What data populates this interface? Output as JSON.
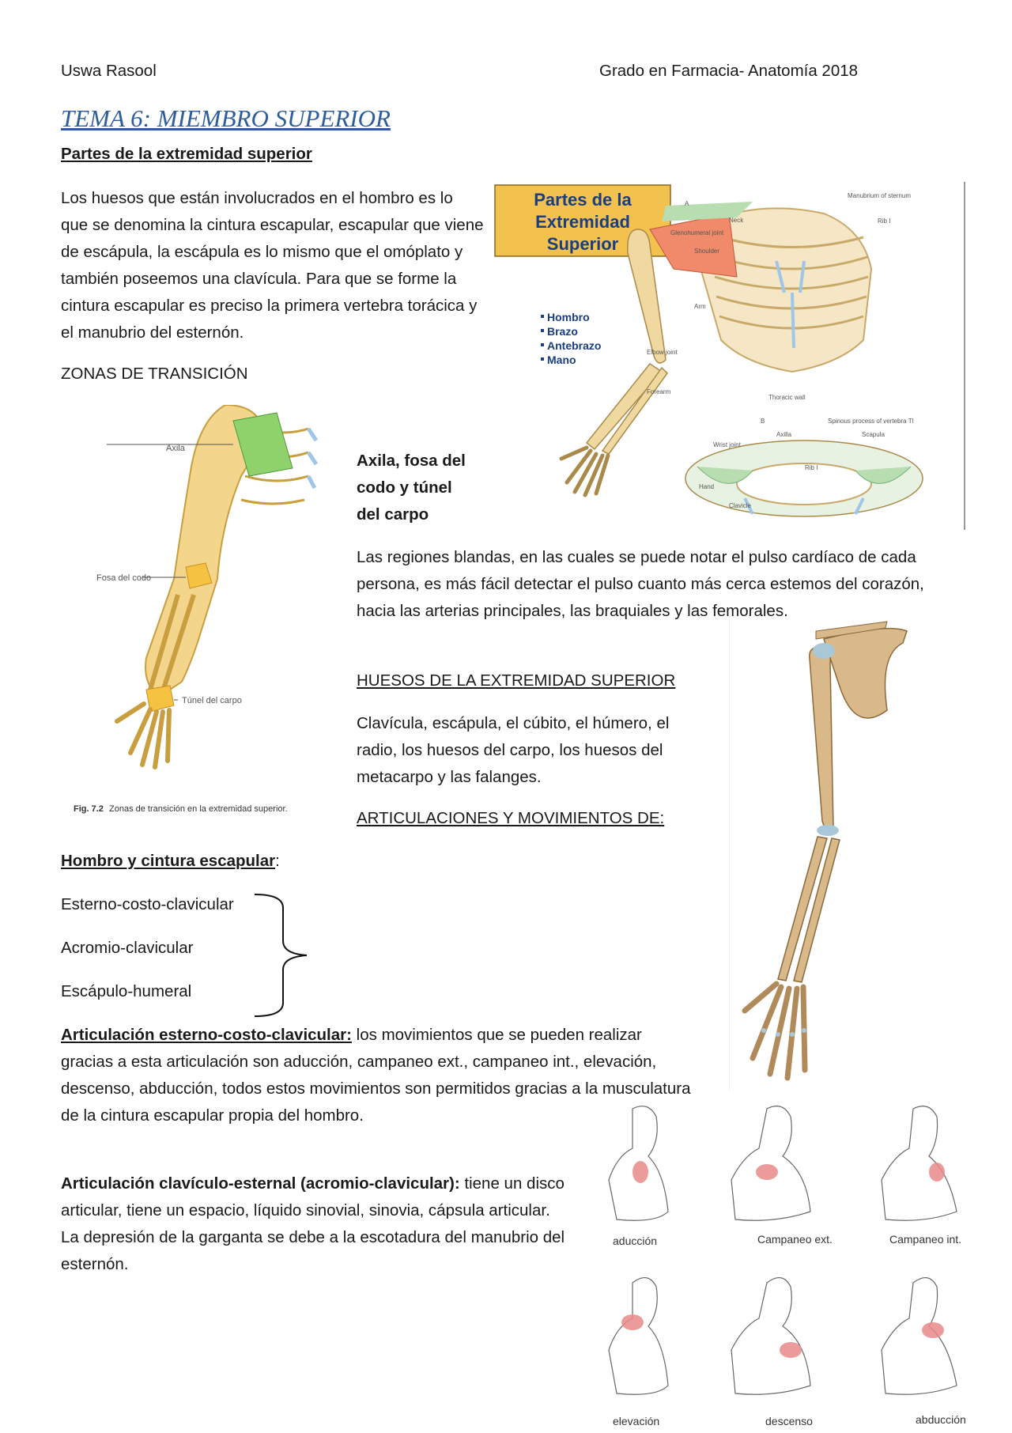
{
  "header": {
    "author": "Uswa Rasool",
    "course": "Grado en Farmacia- Anatomía 2018"
  },
  "title": "TEMA 6: MIEMBRO SUPERIOR",
  "section1": {
    "heading": "Partes de la extremidad superior",
    "paragraph": "Los huesos que están involucrados en el hombro es lo que se denomina la cintura escapular,  escapular que viene de escápula, la escápula es lo mismo que el omóplato y también poseemos una clavícula. Para que se forme la cintura escapular es preciso la primera vertebra torácica y el manubrio del esternón."
  },
  "zonas_label": "ZONAS DE TRANSICIÓN",
  "fig_parts": {
    "box_title_1": "Partes de la",
    "box_title_2": "Extremidad",
    "box_title_3": "Superior",
    "items": [
      "Hombro",
      "Brazo",
      "Antebrazo",
      "Mano"
    ],
    "labels": {
      "a": "A",
      "neck": "Neck",
      "manubrium": "Manubrium of sternum",
      "rib1": "Rib I",
      "glenohumeral": "Glenohumeral joint",
      "shoulder": "Shoulder",
      "arm": "Arm",
      "elbow": "Elbow joint",
      "forearm": "Forearm",
      "thoracic": "Thoracic wall",
      "b": "B",
      "spinous": "Spinous process of vertebra TI",
      "axilla": "Axilla",
      "scapula": "Scapula",
      "wrist": "Wrist joint",
      "rib1b": "Rib I",
      "hand": "Hand",
      "clavicle": "Clavicle"
    }
  },
  "fig_zonas": {
    "axila": "Axila",
    "fosa": "Fosa del codo",
    "tunel": "Túnel del carpo",
    "caption_bold": "Fig. 7.2",
    "caption": "Zonas de transición en la extremidad superior."
  },
  "axila_heading": [
    "Axila, fosa del",
    "codo y túnel",
    "del carpo"
  ],
  "axila_paragraph": "Las regiones blandas, en las cuales se puede notar el pulso cardíaco de cada persona, es más fácil detectar el pulso cuanto más cerca estemos del corazón, hacia las arterias principales, las braquiales y las femorales.",
  "huesos_heading": "HUESOS DE LA EXTREMIDAD SUPERIOR",
  "huesos_paragraph": "Clavícula, escápula, el cúbito, el húmero, el radio, los huesos del carpo, los huesos del metacarpo y las falanges.",
  "articulaciones_heading": "ARTICULACIONES Y MOVIMIENTOS DE:",
  "hombro_heading": "Hombro y cintura escapular",
  "hombro_colon": ":",
  "joints": [
    "Esterno-costo-clavicular",
    "Acromio-clavicular",
    "Escápulo-humeral"
  ],
  "art1": {
    "label": "Articulación esterno-costo-clavicular:",
    "text": " los movimientos que se pueden realizar gracias a esta articulación son aducción, campaneo ext., campaneo int., elevación, descenso, abducción, todos estos movimientos son permitidos gracias a la musculatura de la cintura escapular propia del hombro."
  },
  "art2": {
    "label": "Articulación clavículo-esternal (acromio-clavicular):",
    "text": " tiene un disco articular, tiene un espacio, líquido sinovial, sinovia, cápsula articular. La depresión de la garganta se debe a la escotadura del manubrio del esternón."
  },
  "movements": [
    "aducción",
    "Campaneo ext.",
    "Campaneo int.",
    "elevación",
    "descenso",
    "abducción"
  ],
  "colors": {
    "title_blue": "#2e5d9c",
    "box_fill": "#f2c14e",
    "bone": "#f0d9a0",
    "green_zone": "#8fd16a",
    "yellow_zone": "#f5c242",
    "muscle": "#f08a6a",
    "skin_patch": "#e98a8a"
  }
}
